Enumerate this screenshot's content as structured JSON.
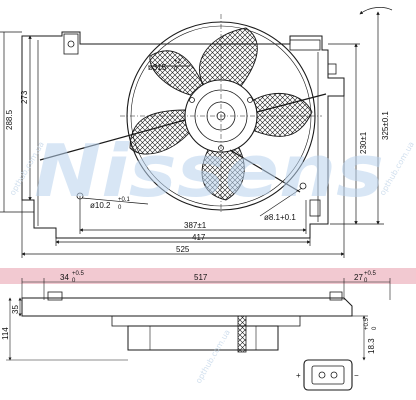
{
  "top_view": {
    "fan_diameter": {
      "base": "ø315",
      "tol_up": "+2",
      "tol_down": "0"
    },
    "overall_height": {
      "value": "288.5"
    },
    "inner_height": {
      "value": "273"
    },
    "height_right_1": {
      "value": "230±1"
    },
    "height_right_2": {
      "value": "325±0.1"
    },
    "mount_hole_left": {
      "base": "ø10.2",
      "tol_up": "+0.1",
      "tol_down": "0"
    },
    "mount_hole_right": {
      "value": "ø8.1+0.1"
    },
    "width_387": {
      "value": "387±1"
    },
    "width_417": {
      "value": "417"
    },
    "width_525": {
      "value": "525"
    }
  },
  "side_view": {
    "left_offset": {
      "base": "34",
      "tol_up": "+0.5",
      "tol_down": "0"
    },
    "center_width": {
      "value": "517"
    },
    "right_offset": {
      "base": "27",
      "tol_up": "+0.5",
      "tol_down": "0"
    },
    "shroud_depth": {
      "value": "35"
    },
    "total_depth": {
      "value": "114"
    },
    "connector_offset": {
      "base": "18.3",
      "tol_up": "+0.5",
      "tol_down": "0"
    }
  },
  "watermark": {
    "brand": "Nissens",
    "site_left": "opthub.com.ua",
    "site_right": "opthub.com.ua",
    "site_bottom": "opthub.com.ua"
  },
  "colors": {
    "line": "#1a1a1a",
    "band": "#f2c9d1",
    "watermark": "#b9d3ee"
  }
}
